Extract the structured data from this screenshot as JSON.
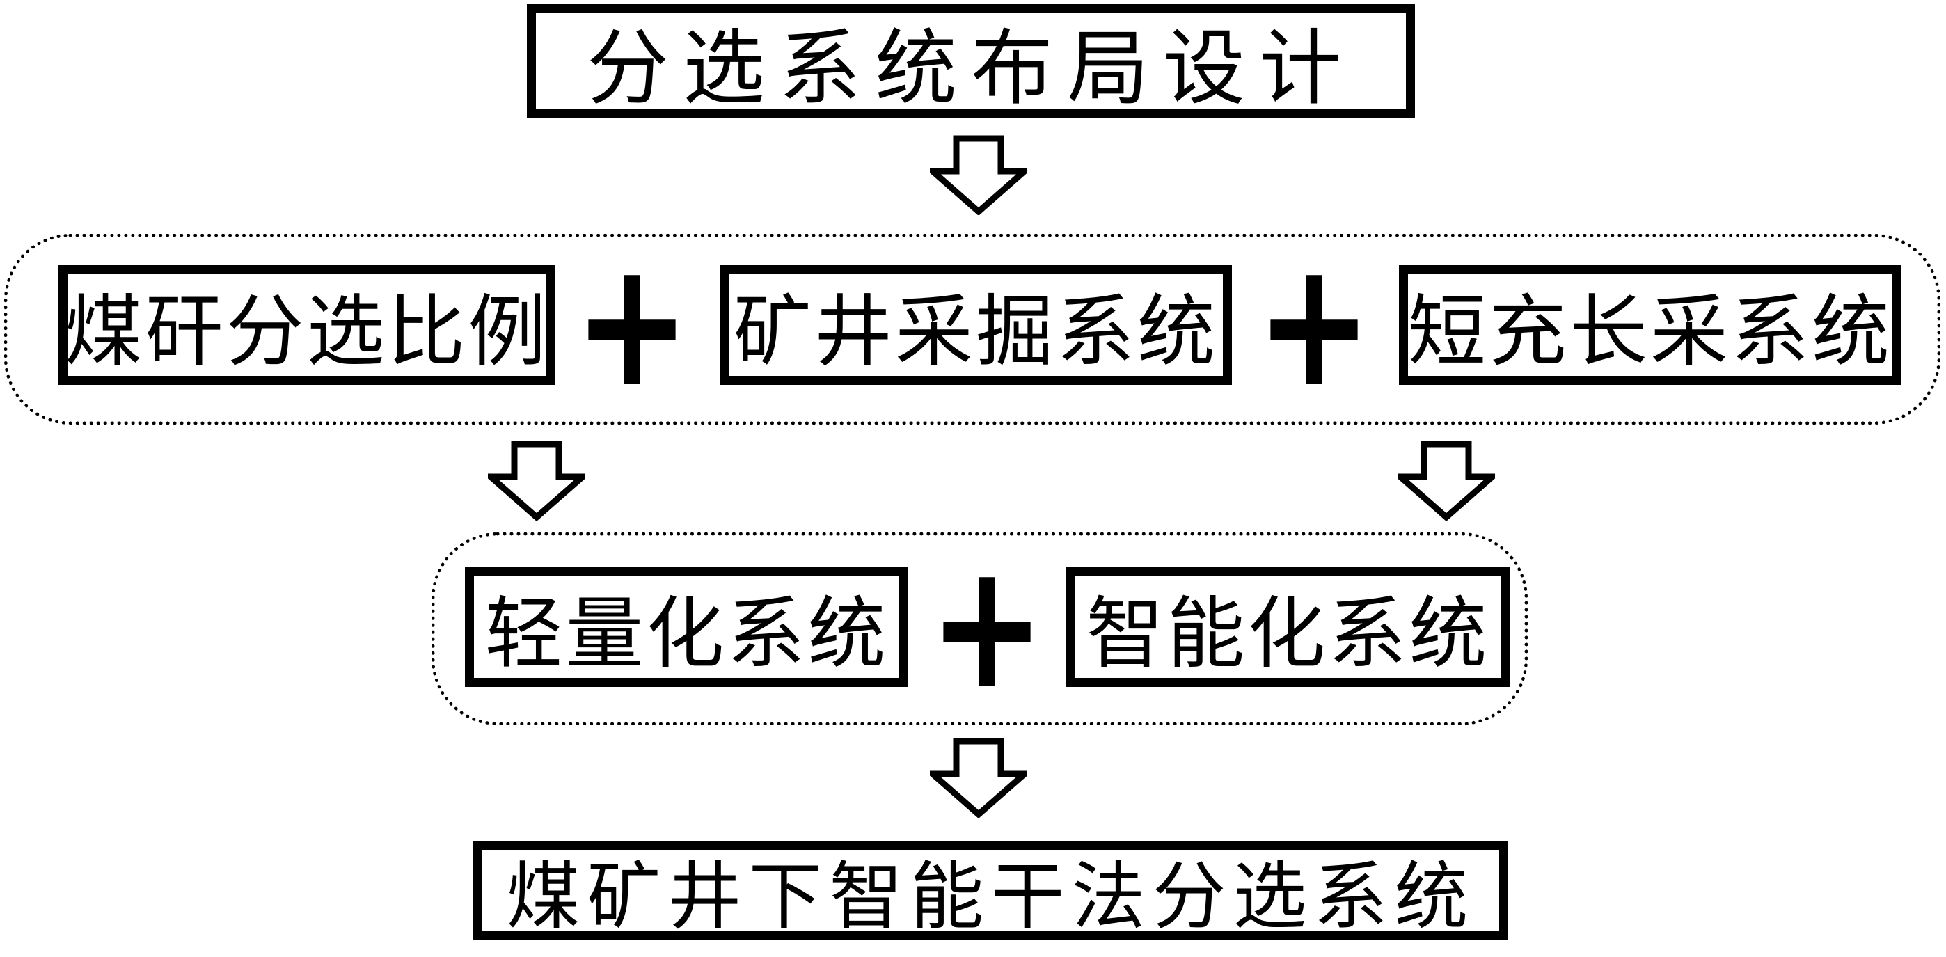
{
  "diagram": {
    "background": "#ffffff",
    "line_color": "#000000",
    "title": "分选系统布局设计",
    "plus": "+",
    "level1": {
      "boxes": [
        "煤矸分选比例",
        "矿井采掘系统",
        "短充长采系统"
      ]
    },
    "level2": {
      "boxes": [
        "轻量化系统",
        "智能化系统"
      ]
    },
    "result": "煤矿井下智能干法分选系统",
    "icons": {
      "down_arrow": "down-arrow-icon",
      "plus": "plus-icon"
    }
  }
}
